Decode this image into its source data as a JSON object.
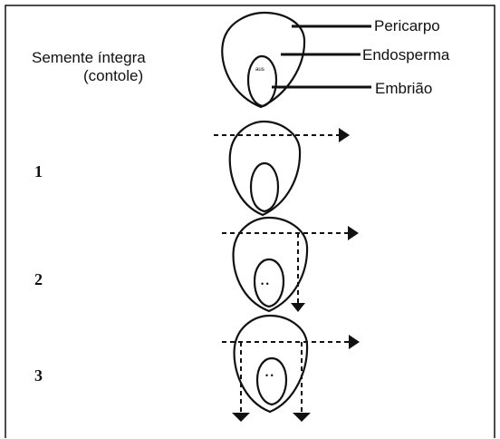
{
  "control": {
    "label_line1": "Semente íntegra",
    "label_line2": "(contole)",
    "parts": [
      "Pericarpo",
      "Endosperma",
      "Embrião"
    ]
  },
  "steps": [
    "1",
    "2",
    "3"
  ]
}
